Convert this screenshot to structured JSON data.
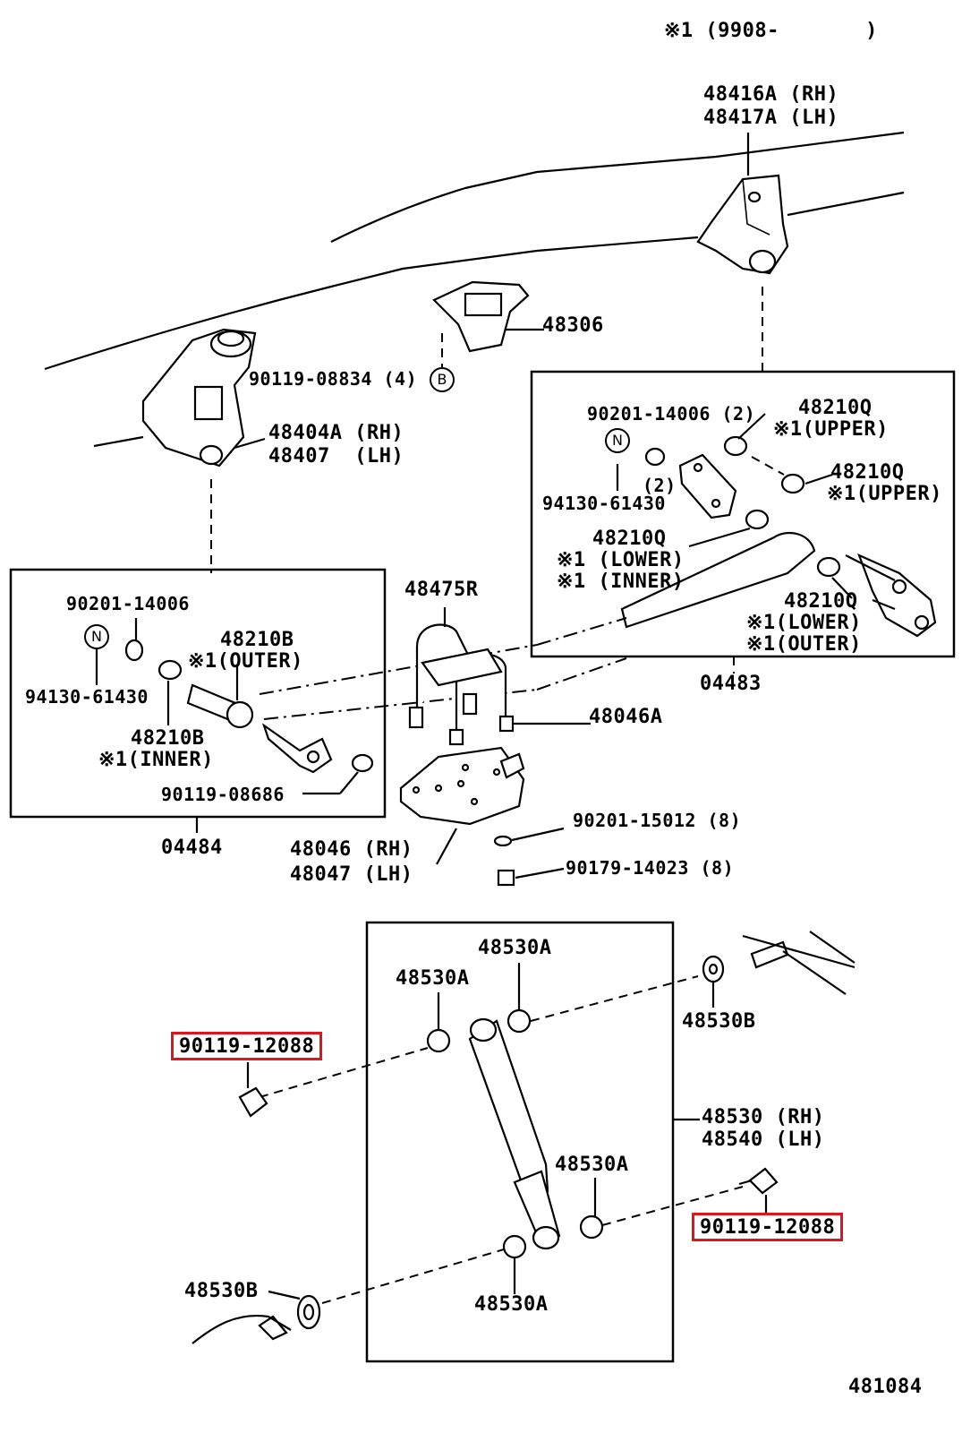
{
  "header_note": "※1 (9908-       )",
  "diagram_number": "481084",
  "labels": {
    "l48416a": "48416A (RH)",
    "l48417a": "48417A (LH)",
    "l48306": "48306",
    "l90119_08834": "90119-08834 (4) -",
    "circle_b": "B",
    "l48404a": "48404A (RH)",
    "l48407": "48407  (LH)",
    "r_90201_14006": "90201-14006 (2)",
    "r_circle_n": "N",
    "r_2": "(2)",
    "r_94130": "94130-61430",
    "r_48210q_a": "48210Q",
    "r_upper_a": "※1(UPPER)",
    "r_48210q_b": "48210Q",
    "r_upper_b": "※1(UPPER)",
    "r_48210q_c": "48210Q",
    "r_lower_c": "※1 (LOWER)",
    "r_inner_c": "※1 (INNER)",
    "r_48210q_d": "48210Q",
    "r_lower_d": "※1(LOWER)",
    "r_outer_d": "※1(OUTER)",
    "r_04483": "04483",
    "l_90201_14006": "90201-14006",
    "l_circle_n": "N",
    "l_94130": "94130-61430",
    "l_48210b_a": "48210B",
    "l_outer_a": "※1(OUTER)",
    "l_48210b_b": "48210B",
    "l_inner_b": "※1(INNER)",
    "l_90119_08686": "90119-08686",
    "l_04484": "04484",
    "l48475r": "48475R",
    "l48046a": "48046A",
    "l48046": "48046 (RH)",
    "l48047": "48047 (LH)",
    "l90201_15012": "90201-15012 (8)",
    "l90179_14023": "90179-14023 (8)",
    "s48530a_1": "48530A",
    "s48530a_2": "48530A",
    "s48530b_1": "48530B",
    "s90119_12088_1": "90119-12088",
    "s48530": "48530 (RH)",
    "s48540": "48540 (LH)",
    "s48530a_3": "48530A",
    "s90119_12088_2": "90119-12088",
    "s48530b_2": "48530B",
    "s48530a_4": "48530A"
  },
  "highlight_color": "#e0141b"
}
